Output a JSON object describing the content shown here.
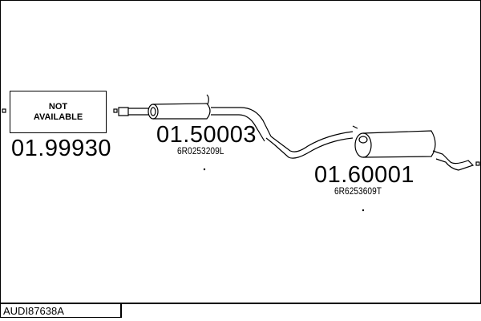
{
  "diagram": {
    "placeholder_part": {
      "label_line1": "NOT",
      "label_line2": "AVAILABLE",
      "number": "01.99930"
    },
    "front_silencer": {
      "number": "01.50003",
      "oe_ref": "6R0253209L"
    },
    "rear_silencer": {
      "number": "01.60001",
      "oe_ref": "6R6253609T"
    },
    "vehicle_code": "AUDI87638A"
  }
}
